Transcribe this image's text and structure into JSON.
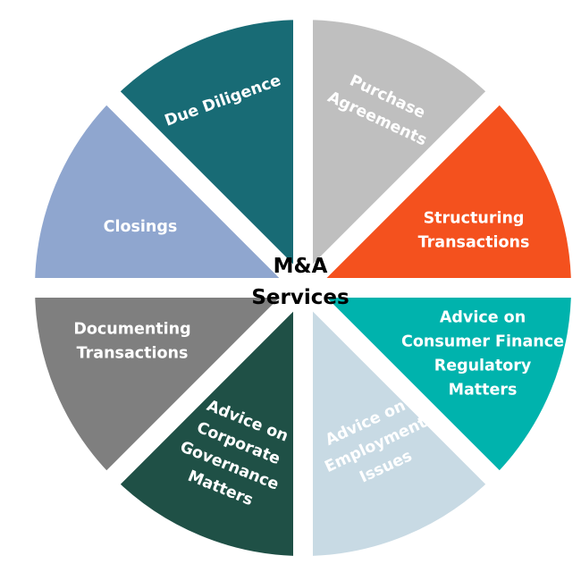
{
  "title_lines": [
    "M&A",
    "Services"
  ],
  "segments": [
    {
      "lines": [
        "Purchase",
        "Agreements"
      ],
      "color": "#bfbfbf"
    },
    {
      "lines": [
        "Structuring",
        "Transactions"
      ],
      "color": "#f4511e"
    },
    {
      "lines": [
        "Advice on",
        "Consumer Finance",
        "Regulatory",
        "Matters"
      ],
      "color": "#00b3ad"
    },
    {
      "lines": [
        "Advice on",
        "Employment",
        "Issues"
      ],
      "color": "#c8dae4"
    },
    {
      "lines": [
        "Advice on",
        "Corporate",
        "Governance",
        "Matters"
      ],
      "color": "#1f5046"
    },
    {
      "lines": [
        "Documenting",
        "Transactions"
      ],
      "color": "#7f7f7f"
    },
    {
      "lines": [
        "Closings"
      ],
      "color": "#8fa6cf"
    },
    {
      "lines": [
        "Due Diligence"
      ],
      "color": "#186b75"
    }
  ]
}
